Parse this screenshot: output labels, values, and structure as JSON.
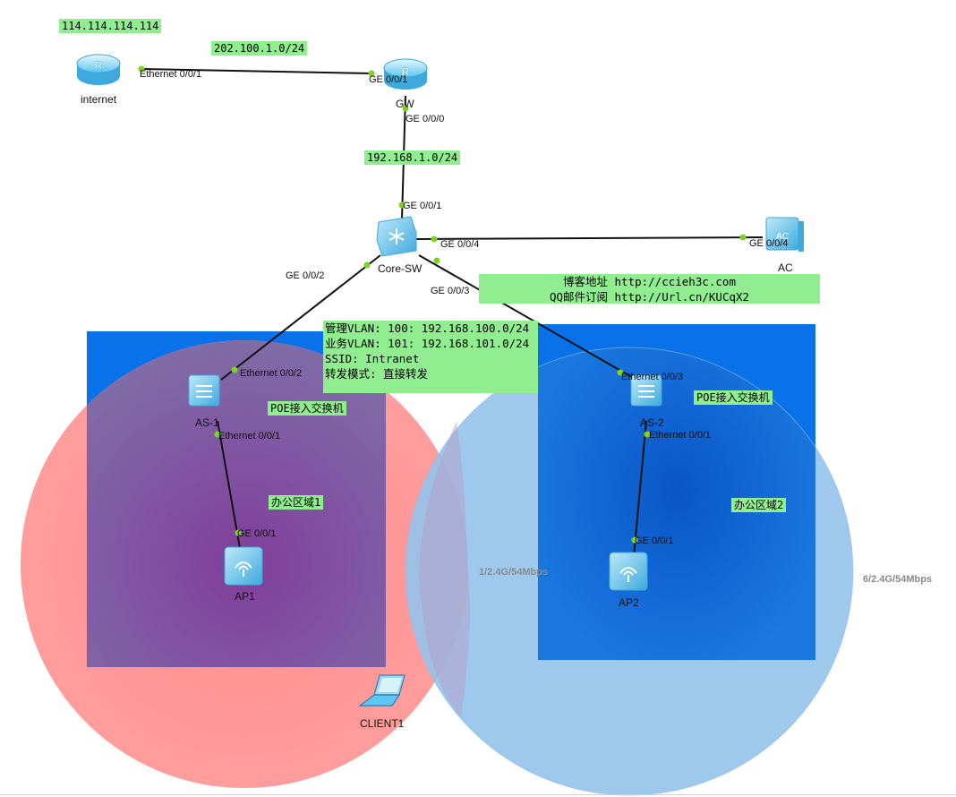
{
  "devices": {
    "internet": "internet",
    "gw": "GW",
    "core": "Core-SW",
    "ac": "AC",
    "as1": "AS-1",
    "as2": "AS-2",
    "ap1": "AP1",
    "ap2": "AP2",
    "client1": "CLIENT1"
  },
  "ports": {
    "internet_e001": "Ethernet 0/0/1",
    "gw_ge001": "GE 0/0/1",
    "gw_ge000": "GE 0/0/0",
    "core_ge001": "GE 0/0/1",
    "core_ge004": "GE 0/0/4",
    "ac_ge004": "GE 0/0/4",
    "core_ge002": "GE 0/0/2",
    "core_ge003": "GE 0/0/3",
    "as1_e002": "Ethernet 0/0/2",
    "as1_e001": "Ethernet 0/0/1",
    "ap1_ge001": "GE 0/0/1",
    "as2_e003": "Ethernet 0/0/3",
    "as2_e001": "Ethernet 0/0/1",
    "ap2_ge001": "GE 0/0/1"
  },
  "notes": {
    "internet_ip": "114.114.114.114",
    "wan_net": "202.100.1.0/24",
    "lan_net": "192.168.1.0/24",
    "blog": "博客地址 http://ccieh3c.com\nQQ邮件订阅 http://Url.cn/KUCqX2",
    "vlan_info": "管理VLAN: 100: 192.168.100.0/24\n业务VLAN: 101: 192.168.101.0/24\nSSID: Intranet\n转发模式: 直接转发",
    "poe1": "POE接入交换机",
    "poe2": "POE接入交换机",
    "area1": "办公区域1",
    "area2": "办公区域2"
  },
  "wifi": {
    "ap1_channel": "1/2.4G/54Mbps",
    "ap2_channel": "6/2.4G/54Mbps"
  },
  "colors": {
    "note_bg": "#90ee90",
    "area_blue": "#0a72e8",
    "ap1_signal": "#ff6b6b",
    "ap2_signal": "#5aa7e0",
    "device_blue": "#5ec6f0"
  }
}
